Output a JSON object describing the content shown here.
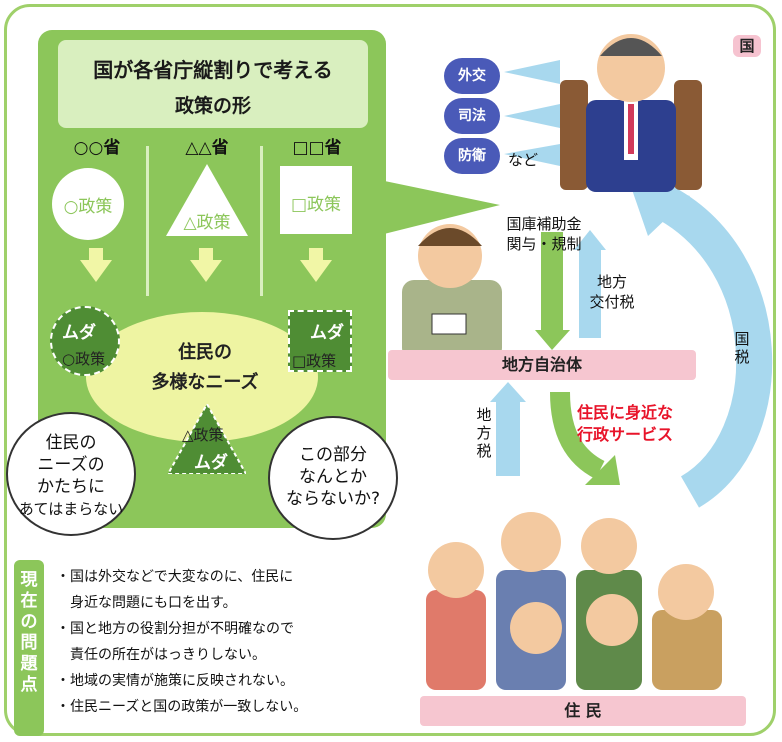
{
  "title_line1": "国が各省庁縦割りで考える",
  "title_line2": "政策の形",
  "ministries": [
    {
      "name": "○○省",
      "policy": "○政策"
    },
    {
      "name": "△△省",
      "policy": "△政策"
    },
    {
      "name": "□□省",
      "policy": "□政策"
    }
  ],
  "muda": "ムダ",
  "overlap_policies": [
    "○政策",
    "□政策",
    "△政策"
  ],
  "needs_line1": "住民の",
  "needs_line2": "多様なニーズ",
  "bubble_left": [
    "住民の",
    "ニーズの",
    "かたちに",
    "あてはまらない"
  ],
  "bubble_right": [
    "この部分",
    "なんとか",
    "ならないか?"
  ],
  "kuni": "国",
  "national_duties": [
    "外交",
    "司法",
    "防衛"
  ],
  "nado": "など",
  "subsidy_line1": "国庫補助金",
  "subsidy_line2": "関与・規制",
  "grant_line1": "地方",
  "grant_line2": "交付税",
  "national_tax": "国税",
  "local_gov": "地方自治体",
  "local_tax": "地方税",
  "service_line1": "住民に身近な",
  "service_line2": "行政サービス",
  "residents": "住 民",
  "issues_label": "現在の問題点",
  "issues": [
    "・国は外交などで大変なのに、住民に",
    "　身近な問題にも口を出す。",
    "・国と地方の役割分担が不明確なので",
    "　責任の所在がはっきりしない。",
    "・地域の実情が施策に反映されない。",
    "・住民ニーズと国の政策が一致しない。"
  ],
  "colors": {
    "panel_green": "#8cc65a",
    "pink": "#f6c6d0",
    "arrow_blue": "#a8d8ee",
    "navy": "#4a5ab8",
    "red": "#e8142a"
  }
}
